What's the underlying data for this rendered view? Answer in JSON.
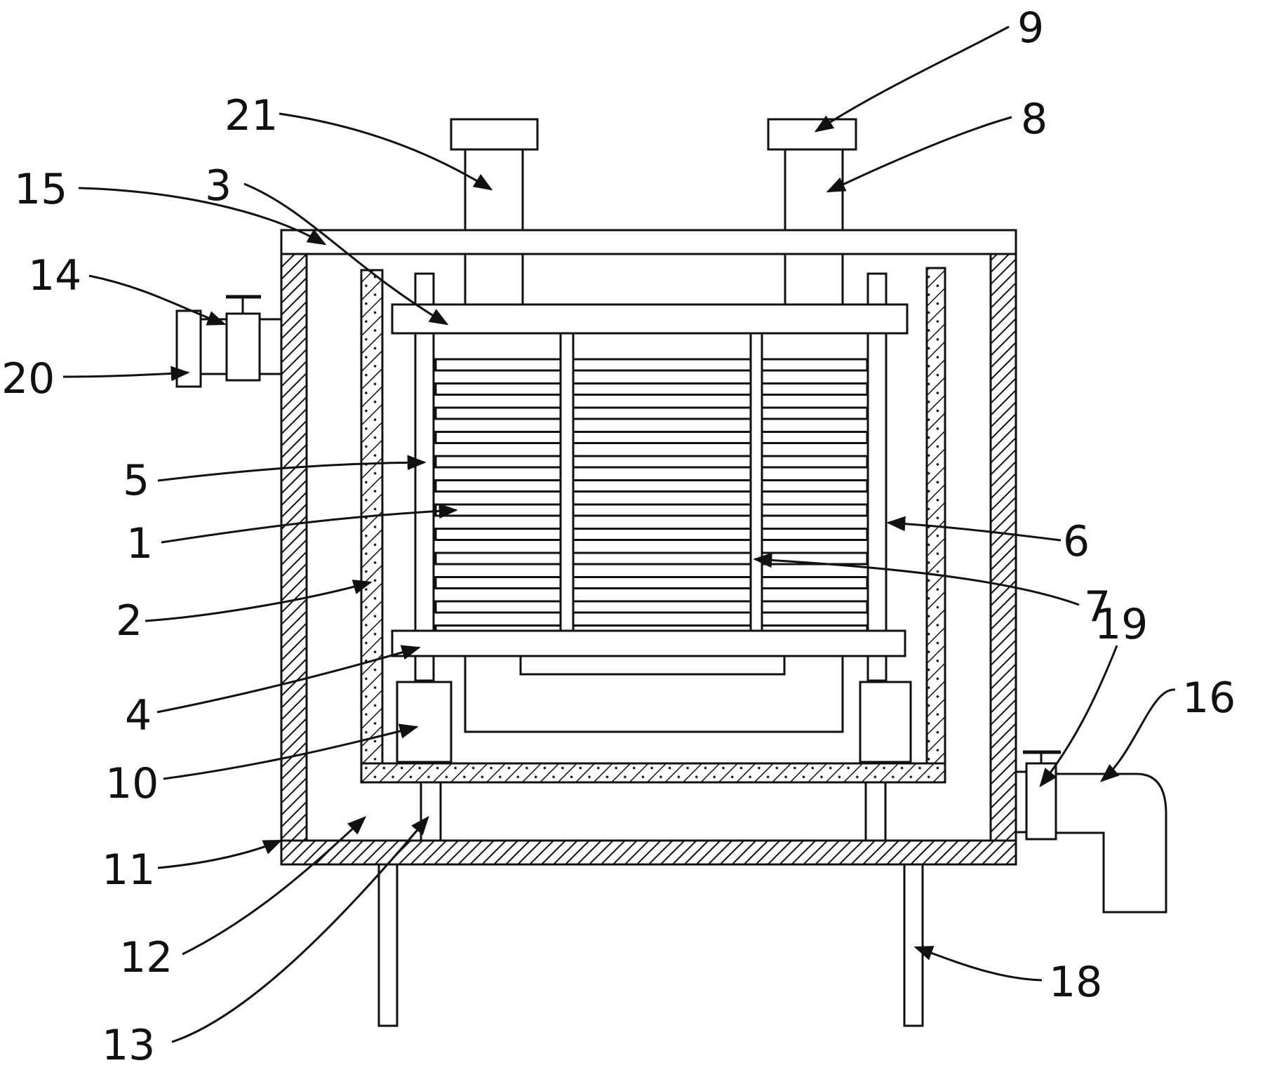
{
  "labels": {
    "l1": "1",
    "l2": "2",
    "l3": "3",
    "l4": "4",
    "l5": "5",
    "l6": "6",
    "l7": "7",
    "l8": "8",
    "l9": "9",
    "l10": "10",
    "l11": "11",
    "l12": "12",
    "l13": "13",
    "l14": "14",
    "l15": "15",
    "l16": "16",
    "l18": "18",
    "l19": "19",
    "l20": "20",
    "l21": "21"
  },
  "colors": {
    "line": "#111111",
    "background": "#ffffff"
  }
}
